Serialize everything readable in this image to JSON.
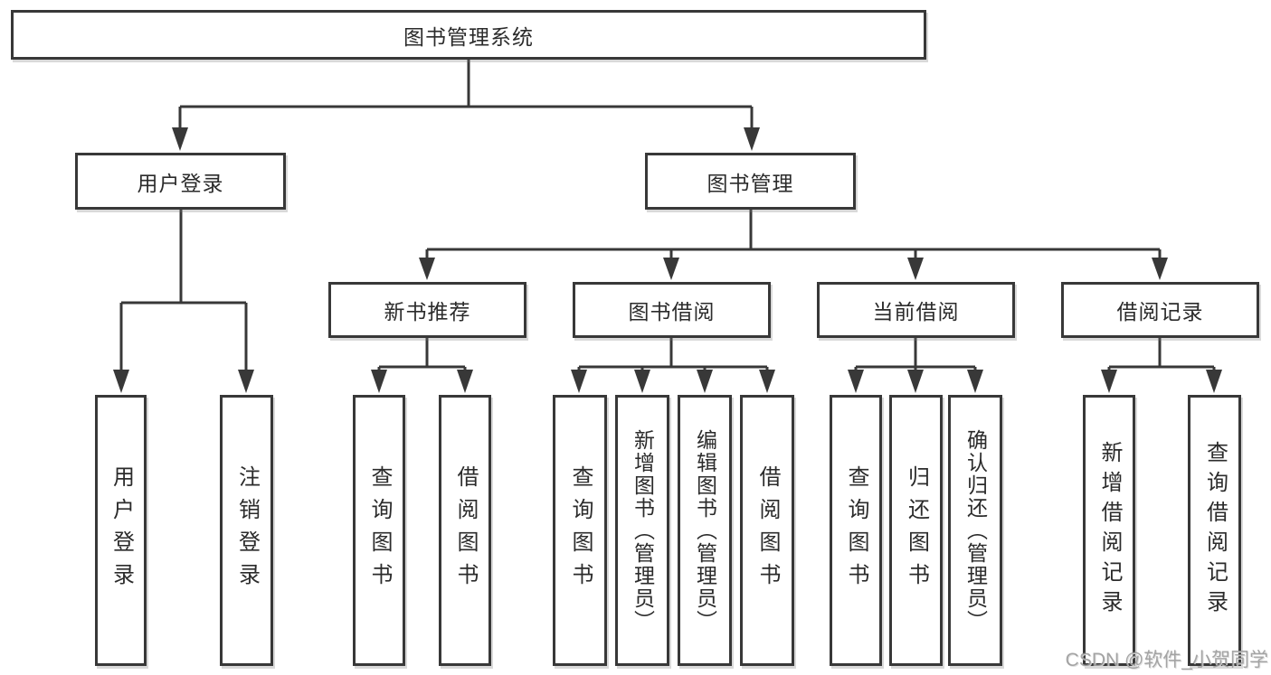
{
  "root": {
    "label": "图书管理系统"
  },
  "level2": [
    {
      "label": "用户登录"
    },
    {
      "label": "图书管理"
    }
  ],
  "level3": [
    {
      "label": "新书推荐",
      "parent": "图书管理"
    },
    {
      "label": "图书借阅",
      "parent": "图书管理"
    },
    {
      "label": "当前借阅",
      "parent": "图书管理"
    },
    {
      "label": "借阅记录",
      "parent": "图书管理"
    }
  ],
  "leaves": [
    {
      "label": "用户登录",
      "parent": "用户登录"
    },
    {
      "label": "注销登录",
      "parent": "用户登录"
    },
    {
      "label": "查询图书",
      "parent": "新书推荐"
    },
    {
      "label": "借阅图书",
      "parent": "新书推荐"
    },
    {
      "label": "查询图书",
      "parent": "图书借阅"
    },
    {
      "label": "新增图书（管理员）",
      "parent": "图书借阅"
    },
    {
      "label": "编辑图书（管理员）",
      "parent": "图书借阅"
    },
    {
      "label": "借阅图书",
      "parent": "图书借阅"
    },
    {
      "label": "查询图书",
      "parent": "当前借阅"
    },
    {
      "label": "归还图书",
      "parent": "当前借阅"
    },
    {
      "label": "确认归还（管理员）",
      "parent": "当前借阅"
    },
    {
      "label": "新增借阅记录",
      "parent": "借阅记录"
    },
    {
      "label": "查询借阅记录",
      "parent": "借阅记录"
    }
  ],
  "colors": {
    "line": "#383838",
    "text": "#2b2b2b",
    "background": "#ffffff",
    "watermark": "#969696"
  },
  "watermark": {
    "text": "CSDN @软件_小贺同学"
  }
}
